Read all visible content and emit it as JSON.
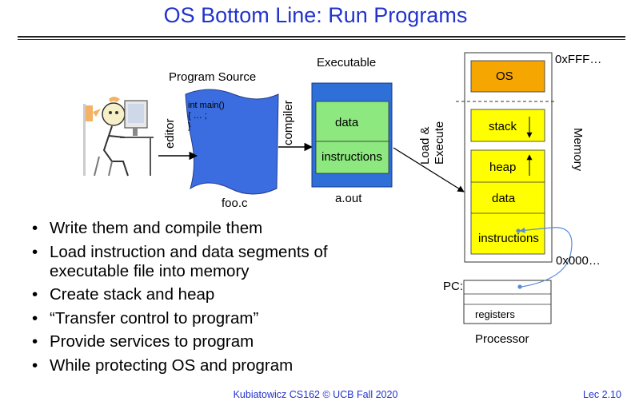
{
  "title": "OS Bottom Line: Run Programs",
  "diagram": {
    "program_source_label": "Program Source",
    "source_code": [
      "int main()",
      "{ … ;",
      "}"
    ],
    "source_file": "foo.c",
    "editor_label": "editor",
    "compiler_label": "compiler",
    "executable_label": "Executable",
    "exe_data": "data",
    "exe_instructions": "instructions",
    "exe_file": "a.out",
    "load_execute_line1": "Load &",
    "load_execute_line2": "Execute",
    "memory_label": "Memory",
    "mem_top": "0xFFF…",
    "mem_bottom": "0x000…",
    "mem_os": "OS",
    "mem_stack": "stack",
    "mem_heap": "heap",
    "mem_data": "data",
    "mem_instructions": "instructions",
    "pc_label": "PC:",
    "registers_label": "registers",
    "processor_label": "Processor",
    "colors": {
      "title": "#2233cc",
      "exe_box": "#2e6fd8",
      "segment_green": "#8de87f",
      "os_orange": "#f5a600",
      "mem_yellow": "#ffff00",
      "source_blue": "#3b6de0"
    }
  },
  "bullets": [
    "Write them and compile them",
    "Load instruction and data segments of executable file into memory",
    "Create stack and heap",
    "“Transfer control to program”",
    "Provide services to program",
    "While protecting OS and program"
  ],
  "bullet_symbol": "•",
  "footer": {
    "center": "Kubiatowicz CS162 © UCB Fall 2020",
    "right": "Lec 2.10"
  }
}
